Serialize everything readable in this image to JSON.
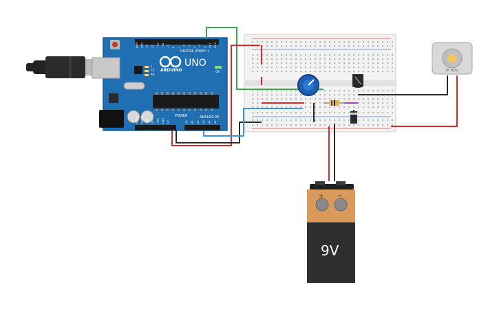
{
  "arduino": {
    "brand": "ARDUINO",
    "model": "UNO",
    "digital_label": "DIGITAL (PWM~)",
    "power_label": "POWER",
    "analog_label": "ANALOG IN",
    "tx_label": "TX",
    "rx_label": "RX",
    "l_label": "L",
    "on_label": "ON",
    "digital_pins": [
      "AREF",
      "GND",
      "13",
      "12",
      "~11",
      "~10",
      "~9",
      "8",
      "7",
      "~6",
      "~5",
      "4",
      "~3",
      "2",
      "TX 1",
      "RX 0"
    ],
    "power_pins": [
      "IOREF",
      "RESET",
      "3.3V",
      "5V",
      "GND",
      "GND",
      "Vin"
    ],
    "analog_pins": [
      "A0",
      "A1",
      "A2",
      "A3",
      "A4",
      "A5"
    ]
  },
  "battery": {
    "voltage": "9V",
    "plus": "+",
    "minus": "−"
  },
  "motor": {
    "label": "DC Motor"
  },
  "colors": {
    "board": "#1f6fb2",
    "board_dark": "#175a93",
    "wire_red": "#e02626",
    "wire_black": "#2a2a2a",
    "wire_green": "#3aa84a",
    "wire_blue": "#3a9ad9",
    "battery_orange": "#d99a5b",
    "battery_body": "#2e2e2e",
    "breadboard": "#f2f2f2",
    "pot": "#1e5fb4"
  }
}
